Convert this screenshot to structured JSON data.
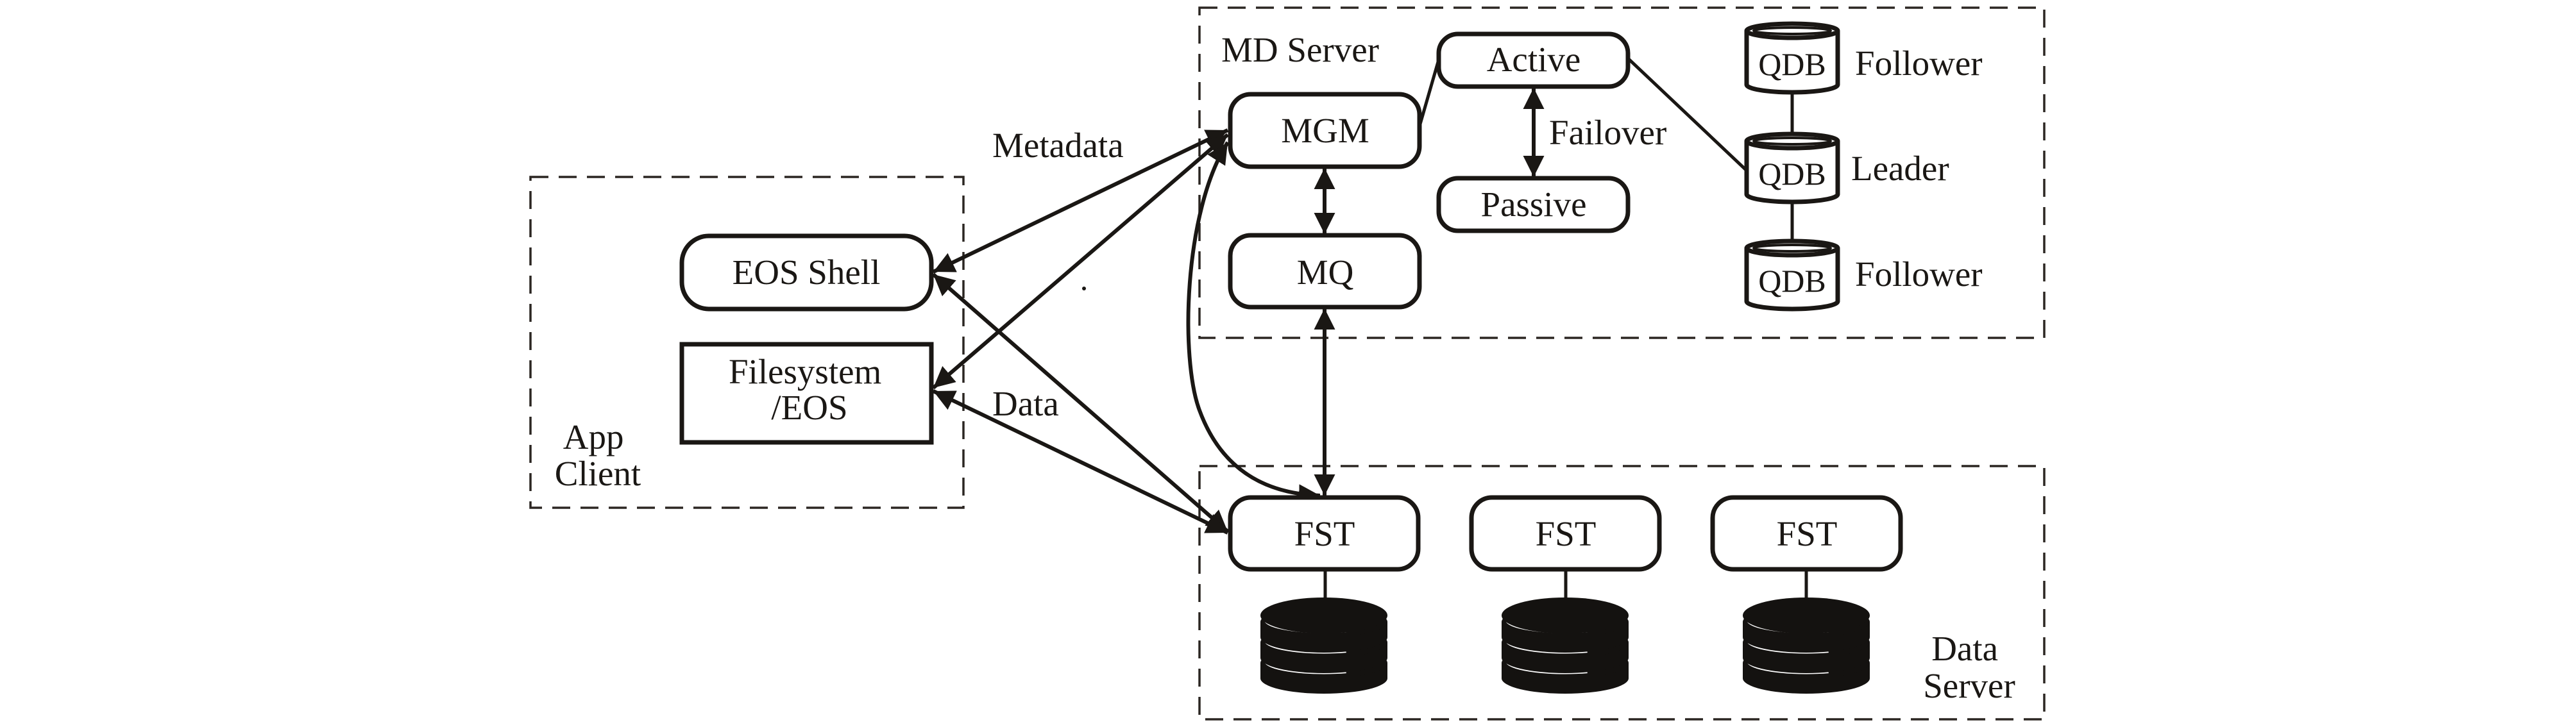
{
  "diagram": {
    "groups": {
      "app_client": {
        "label_lines": [
          "App",
          "Client"
        ]
      },
      "md_server": {
        "label": "MD Server"
      },
      "data_server": {
        "label_lines": [
          "Data",
          "Server"
        ]
      }
    },
    "nodes": {
      "eos_shell": "EOS Shell",
      "filesystem_lines": [
        "Filesystem",
        "/EOS"
      ],
      "mgm": "MGM",
      "mq": "MQ",
      "active": "Active",
      "passive": "Passive",
      "qdb": [
        {
          "label": "QDB",
          "role": "Follower"
        },
        {
          "label": "QDB",
          "role": "Leader"
        },
        {
          "label": "QDB",
          "role": "Follower"
        }
      ],
      "fst": [
        "FST",
        "FST",
        "FST"
      ]
    },
    "edge_labels": {
      "metadata": "Metadata",
      "data": "Data",
      "failover": "Failover"
    },
    "edges": [
      {
        "from": "MGM",
        "to": "EOS Shell",
        "type": "bidirectional"
      },
      {
        "from": "MGM",
        "to": "Filesystem/EOS",
        "type": "bidirectional"
      },
      {
        "from": "FST",
        "to": "EOS Shell",
        "type": "bidirectional"
      },
      {
        "from": "FST",
        "to": "Filesystem/EOS",
        "type": "bidirectional"
      },
      {
        "from": "FST",
        "to": "MGM",
        "type": "bidirectional-curved"
      },
      {
        "from": "MGM",
        "to": "MQ",
        "type": "bidirectional"
      },
      {
        "from": "MQ",
        "to": "FST",
        "type": "bidirectional"
      },
      {
        "from": "Active",
        "to": "Passive",
        "type": "bidirectional",
        "label": "Failover"
      },
      {
        "from": "MGM",
        "to": "Active",
        "type": "line"
      },
      {
        "from": "Active",
        "to": "QDB Leader",
        "type": "line"
      },
      {
        "from": "QDB Follower",
        "to": "QDB Leader",
        "type": "line"
      },
      {
        "from": "QDB Leader",
        "to": "QDB Follower",
        "type": "line"
      },
      {
        "from": "FST",
        "to": "Disk",
        "type": "line"
      }
    ]
  }
}
